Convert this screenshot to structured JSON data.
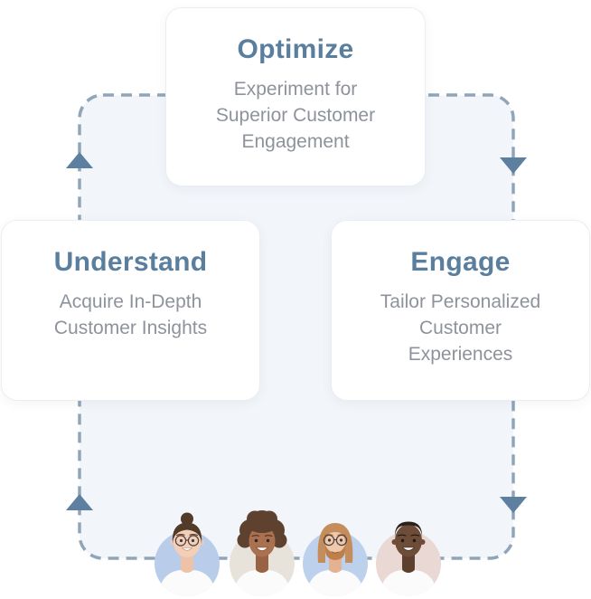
{
  "diagram": {
    "type": "cycle",
    "palette": {
      "title_blue": "#5a7e9e",
      "body_gray": "#8e939b",
      "dash": "#91a5b8",
      "arrow": "#5e80a0",
      "board_fill": "#f2f6fa",
      "card_bg": "#ffffff"
    },
    "cards": [
      {
        "id": "optimize",
        "title": "Optimize",
        "lines": [
          "Experiment for",
          "Superior Customer",
          "Engagement"
        ]
      },
      {
        "id": "understand",
        "title": "Understand",
        "lines": [
          "Acquire In-Depth",
          "Customer Insights"
        ]
      },
      {
        "id": "engage",
        "title": "Engage",
        "lines": [
          "Tailor Personalized",
          "Customer",
          "Experiences"
        ]
      }
    ],
    "arrows": [
      {
        "position": "left-upper",
        "direction": "up"
      },
      {
        "position": "left-lower",
        "direction": "up"
      },
      {
        "position": "right-upper",
        "direction": "down"
      },
      {
        "position": "right-lower",
        "direction": "down"
      }
    ],
    "avatars": [
      {
        "name": "woman-with-bun-and-glasses",
        "bg": "#b9cdeb"
      },
      {
        "name": "woman-with-afro",
        "bg": "#e8e3da"
      },
      {
        "name": "man-with-long-hair-and-beard",
        "bg": "#bdd1ec"
      },
      {
        "name": "man-with-short-hair",
        "bg": "#e9d8d3"
      }
    ]
  }
}
